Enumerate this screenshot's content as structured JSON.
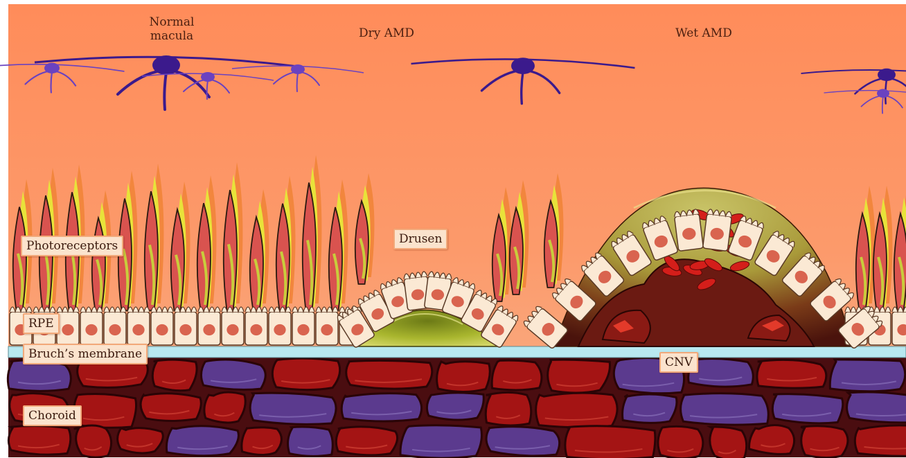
{
  "headings": {
    "normal": "Normal\nmacula",
    "dry": "Dry AMD",
    "wet": "Wet AMD"
  },
  "labels": {
    "photoreceptors": "Photoreceptors",
    "drusen": "Drusen",
    "rpe": "RPE",
    "bruchs": "Bruch’s membrane",
    "cnv": "CNV",
    "choroid": "Choroid"
  },
  "colors": {
    "retina_top": "#ff8e5a",
    "retina_bottom": "#f7b48b",
    "photoreceptor_red": "#d9534f",
    "photoreceptor_yellow": "#e8e23a",
    "rpe_cell": "#fbe9d4",
    "nucleus": "#d9644f",
    "bruchs": "#b8e8f0",
    "choroid_bg": "#4a0d10",
    "vessel_red": "#a41414",
    "vessel_purple": "#5b3a8e",
    "drusen": "#a7b42c",
    "cnv_dark": "#6b1a12",
    "glia": "#3b1a8c"
  }
}
